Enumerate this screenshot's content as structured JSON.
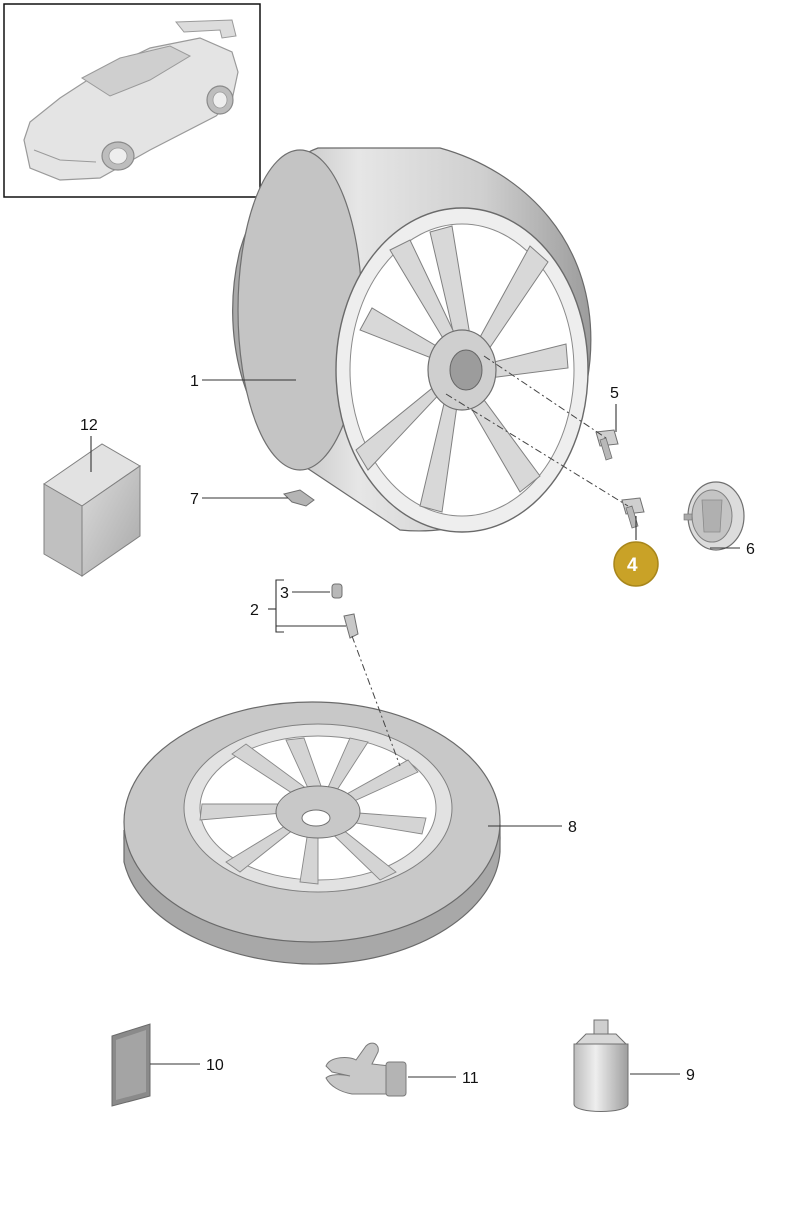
{
  "callouts": {
    "c1": "1",
    "c2": "2",
    "c3": "3",
    "c4": "4",
    "c5": "5",
    "c6": "6",
    "c7": "7",
    "c8": "8",
    "c9": "9",
    "c10": "10",
    "c11": "11",
    "c12": "12"
  },
  "colors": {
    "highlight_badge": "#c9a227",
    "part_gray": "#c8c8c8",
    "outline": "#555555"
  }
}
